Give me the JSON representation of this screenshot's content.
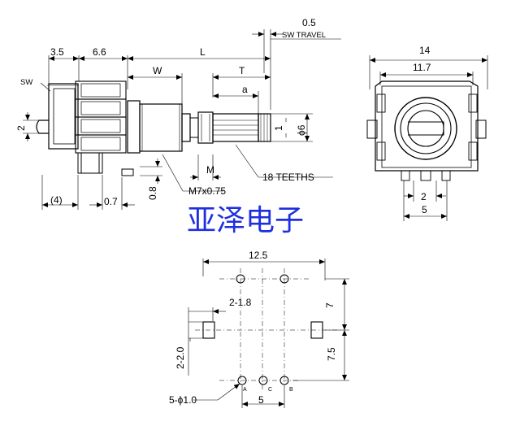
{
  "side_view": {
    "dim_3_5": "3.5",
    "dim_6_6": "6.6",
    "dim_W": "W",
    "dim_L": "L",
    "dim_T": "T",
    "dim_a": "a",
    "dim_0_5": "0.5",
    "sw_travel": "SW TRAVEL",
    "sw": "SW",
    "dim_2": "2",
    "dim_1": "1",
    "dim_phi6": "ϕ6",
    "dim_M": "M",
    "teeth": "18 TEETHS",
    "thread": "M7x0.75",
    "dim_0_8": "0.8",
    "dim_4": "(4)",
    "dim_0_7": "0.7"
  },
  "front_view": {
    "dim_14": "14",
    "dim_11_7": "11.7",
    "dim_2": "2",
    "dim_5": "5"
  },
  "brand": "亚泽电子",
  "pcb_view": {
    "dim_12_5": "12.5",
    "dim_2_1_8": "2-1.8",
    "dim_7": "7",
    "dim_7_5": "7.5",
    "dim_2_2_0": "2-2.0",
    "dim_5_holes": "5-ϕ1.0",
    "dim_5": "5",
    "pin_a": "A",
    "pin_c": "C",
    "pin_b": "B"
  }
}
